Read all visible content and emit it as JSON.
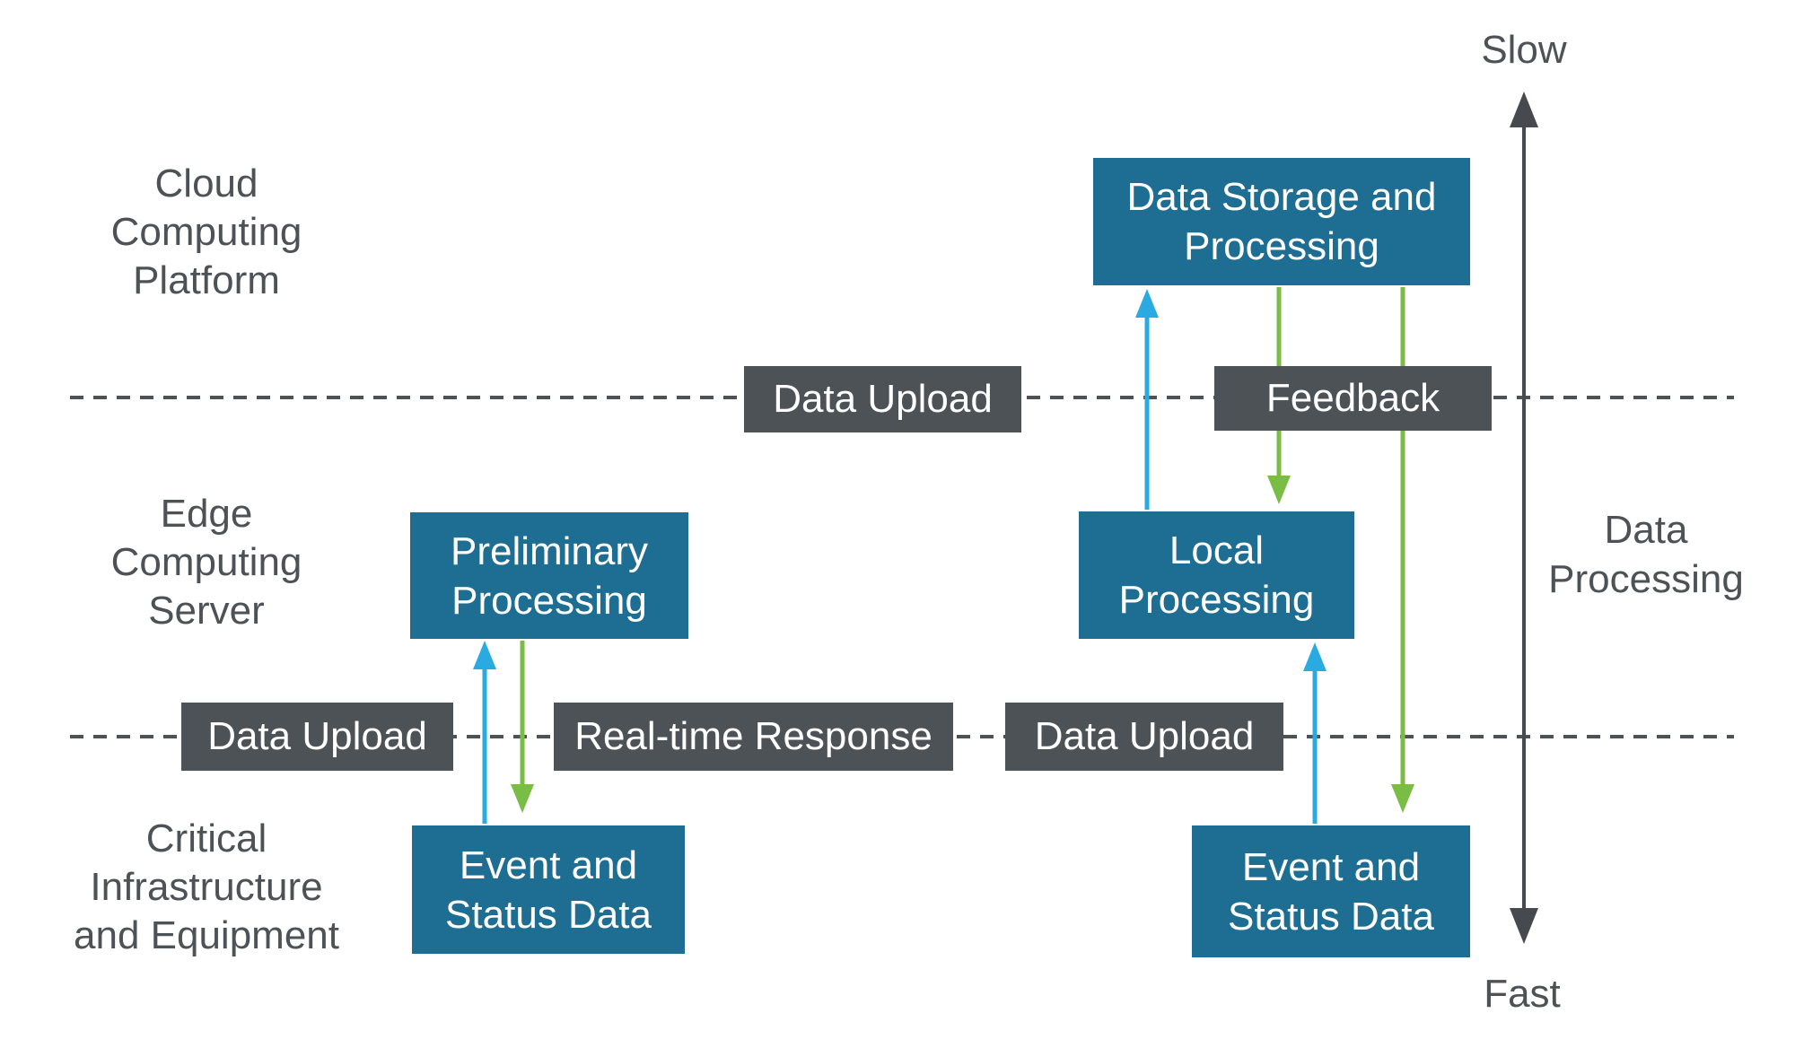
{
  "colors": {
    "background": "#ffffff",
    "teal": "#1e6d92",
    "dark": "#4d5257",
    "axis": "#46494d",
    "green": "#79bd44",
    "blue": "#29abe2",
    "text": "#4d5257",
    "box_text": "#ffffff"
  },
  "tier_labels": {
    "cloud": "Cloud\nComputing\nPlatform",
    "edge": "Edge\nComputing\nServer",
    "infrastructure": "Critical\nInfrastructure\nand Equipment"
  },
  "process_nodes": {
    "data_storage": "Data Storage and\nProcessing",
    "preliminary": "Preliminary\nProcessing",
    "local": "Local\nProcessing",
    "event_left": "Event and\nStatus Data",
    "event_right": "Event and\nStatus Data"
  },
  "flow_labels": {
    "data_upload_top": "Data Upload",
    "feedback": "Feedback",
    "data_upload_bottom_left": "Data Upload",
    "realtime_response": "Real-time Response",
    "data_upload_bottom_mid": "Data Upload"
  },
  "speed_axis": {
    "slow": "Slow",
    "fast": "Fast",
    "label": "Data\nProcessing"
  }
}
